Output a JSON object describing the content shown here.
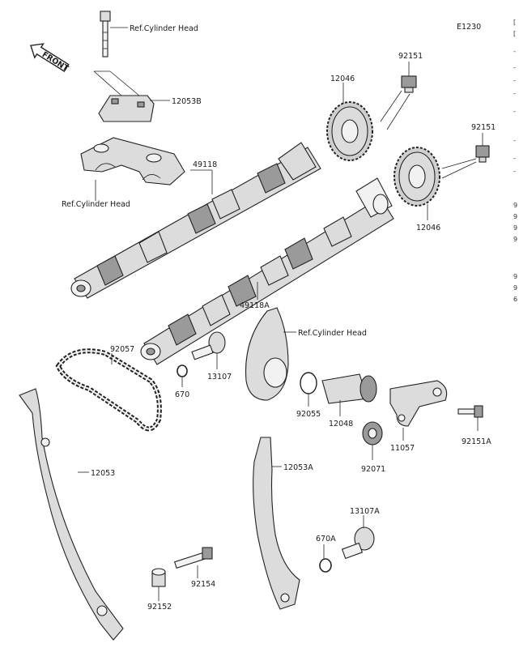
{
  "diagram_code": "E1230",
  "front_arrow": "FRONT",
  "labels": {
    "ref_head_top": "Ref.Cylinder Head",
    "p12053B": "12053B",
    "ref_head_left": "Ref.Cylinder Head",
    "p92151_a": "92151",
    "p12046_a": "12046",
    "p92151_b": "92151",
    "p49118": "49118",
    "p12046_b": "12046",
    "p49118A": "49118A",
    "p92057": "92057",
    "p13107": "13107",
    "p670": "670",
    "ref_head_mid": "Ref.Cylinder Head",
    "p92055": "92055",
    "p12048": "12048",
    "p11057": "11057",
    "p92151A": "92151A",
    "p92071": "92071",
    "p12053": "12053",
    "p12053A": "12053A",
    "p13107A": "13107A",
    "p670A": "670A",
    "p92154": "92154",
    "p92152": "92152"
  },
  "edge_marks": [
    "[",
    "[",
    "-",
    "-",
    "-",
    "-",
    "-",
    "-",
    "-",
    "-",
    "9",
    "9",
    "9",
    "9",
    "9",
    "9",
    "6"
  ]
}
